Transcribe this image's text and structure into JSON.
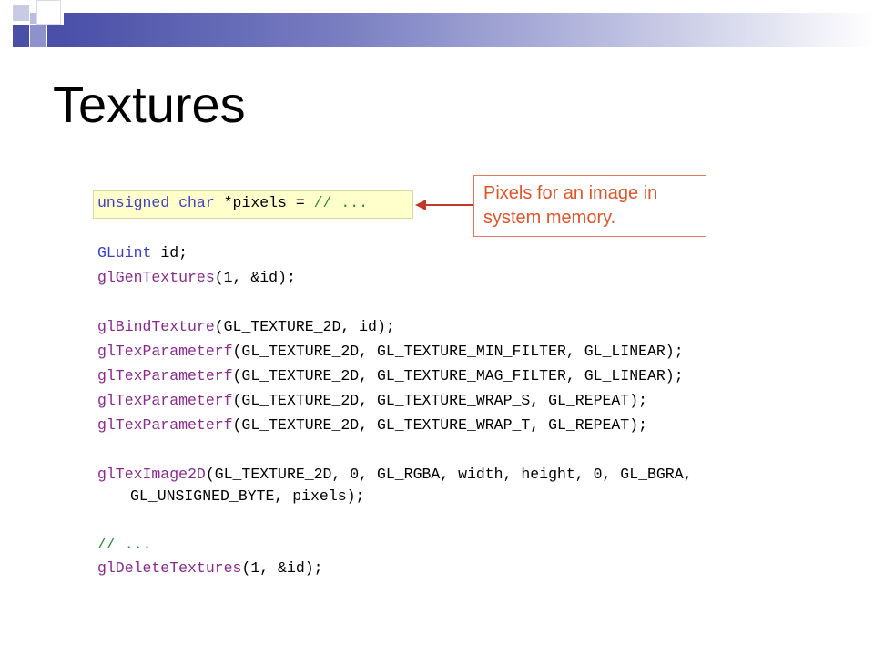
{
  "slide": {
    "title": "Textures"
  },
  "code": {
    "l1": {
      "kw": "unsigned char",
      "tx": " *pixels = ",
      "cm": "// ..."
    },
    "l2": {
      "kw": "GLuint",
      "tx": " id;"
    },
    "l3": {
      "fn": "glGenTextures",
      "tx": "(1, &id);"
    },
    "l4": {
      "fn": "glBindTexture",
      "tx": "(GL_TEXTURE_2D, id);"
    },
    "l5": {
      "fn": "glTexParameterf",
      "tx": "(GL_TEXTURE_2D, GL_TEXTURE_MIN_FILTER, GL_LINEAR);"
    },
    "l6": {
      "fn": "glTexParameterf",
      "tx": "(GL_TEXTURE_2D, GL_TEXTURE_MAG_FILTER, GL_LINEAR);"
    },
    "l7": {
      "fn": "glTexParameterf",
      "tx": "(GL_TEXTURE_2D, GL_TEXTURE_WRAP_S, GL_REPEAT);"
    },
    "l8": {
      "fn": "glTexParameterf",
      "tx": "(GL_TEXTURE_2D, GL_TEXTURE_WRAP_T, GL_REPEAT);"
    },
    "l9": {
      "fn": "glTexImage2D",
      "tx": "(GL_TEXTURE_2D, 0, GL_RGBA, width, height, 0, GL_BGRA,"
    },
    "l10": {
      "tx": "GL_UNSIGNED_BYTE, pixels);"
    },
    "l11": {
      "cm": "// ..."
    },
    "l12": {
      "fn": "glDeleteTextures",
      "tx": "(1, &id);"
    }
  },
  "callout": {
    "text": "Pixels for an image in system memory."
  },
  "colors": {
    "keyword": "#3b3fc2",
    "function": "#8a2a8e",
    "comment": "#2d8a3a",
    "callout_text": "#e0542a",
    "callout_border": "#e07a5f",
    "highlight": "#ffffcc"
  }
}
